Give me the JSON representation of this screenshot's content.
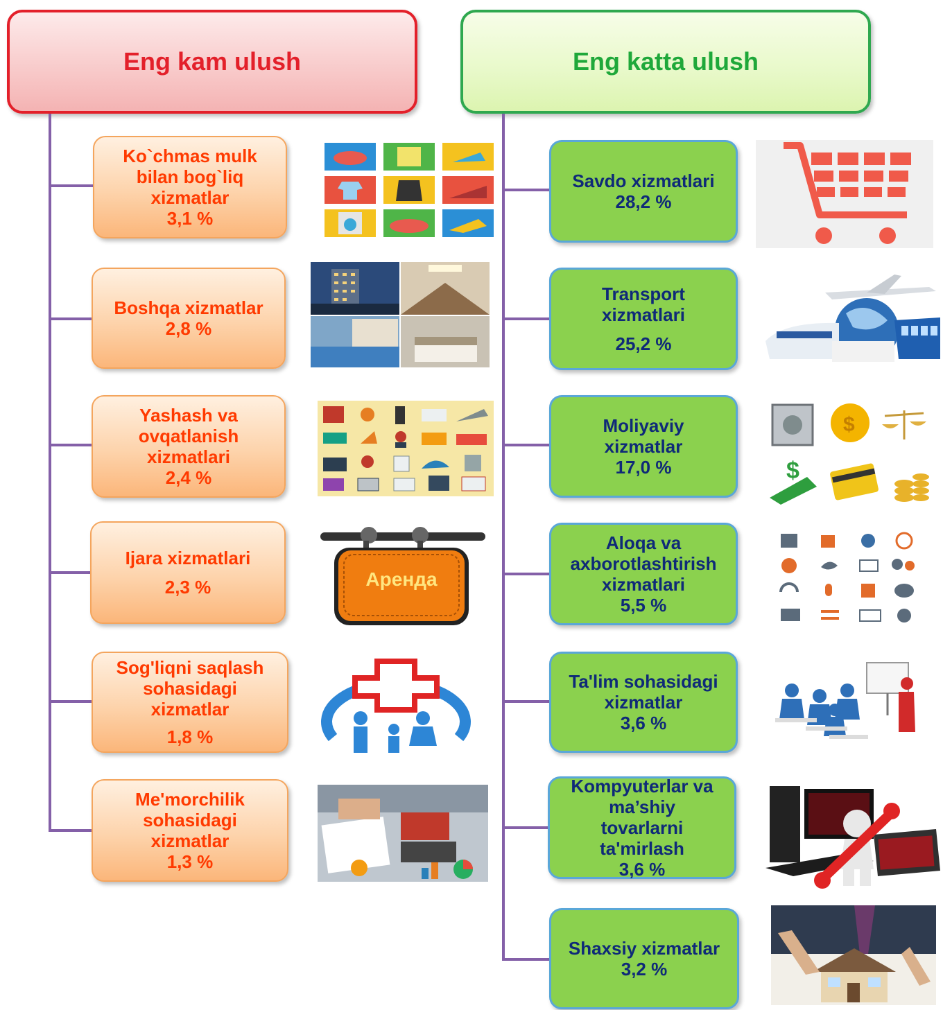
{
  "headers": {
    "left": "Eng kam ulush",
    "right": "Eng katta ulush"
  },
  "left_items": [
    {
      "lines": [
        "Ko`chmas mulk",
        "bilan bog`liq",
        "xizmatlar"
      ],
      "pct": "3,1 %"
    },
    {
      "lines": [
        "Boshqa xizmatlar"
      ],
      "pct": "2,8 %"
    },
    {
      "lines": [
        "Yashash va",
        "ovqatlanish",
        "xizmatlari"
      ],
      "pct": "2,4 %"
    },
    {
      "lines": [
        "Ijara xizmatlari"
      ],
      "pct": "2,3 %"
    },
    {
      "lines": [
        "Sog'liqni saqlash",
        "sohasidagi",
        "xizmatlar"
      ],
      "pct": "1,8 %"
    },
    {
      "lines": [
        "Me'morchilik",
        "sohasidagi",
        "xizmatlar"
      ],
      "pct": "1,3 %"
    }
  ],
  "right_items": [
    {
      "lines": [
        "Savdo xizmatlari"
      ],
      "pct": "28,2 %"
    },
    {
      "lines": [
        "Transport",
        "xizmatlari"
      ],
      "pct": "25,2 %"
    },
    {
      "lines": [
        "Moliyaviy",
        "xizmatlar"
      ],
      "pct": "17,0 %"
    },
    {
      "lines": [
        "Aloqa va",
        "axborotlashtirish",
        "xizmatlari"
      ],
      "pct": "5,5 %"
    },
    {
      "lines": [
        "Ta'lim sohasidagi",
        "xizmatlar"
      ],
      "pct": "3,6 %"
    },
    {
      "lines": [
        "Kompyuterlar va",
        "ma’shiy",
        "tovarlarni",
        "ta'mirlash"
      ],
      "pct": "3,6  %"
    },
    {
      "lines": [
        "Shaxsiy xizmatlar"
      ],
      "pct": "3,2 %"
    }
  ],
  "images": {
    "arenda_sign": "Аренда",
    "icons": [
      "household-items-icon",
      "hotel-photo",
      "hospitality-icons",
      "rent-sign-icon",
      "healthcare-family-icon",
      "architecture-desk-photo",
      "shopping-cart-icon",
      "transport-icon",
      "finance-icons",
      "communication-icons",
      "education-icon",
      "computer-repair-icon",
      "personal-services-photo"
    ]
  },
  "colors": {
    "left_accent": "#e3202a",
    "right_accent": "#1fa83a",
    "connector": "#8460a8",
    "orange_text": "#ff3a00",
    "green_text": "#0f2a78"
  }
}
